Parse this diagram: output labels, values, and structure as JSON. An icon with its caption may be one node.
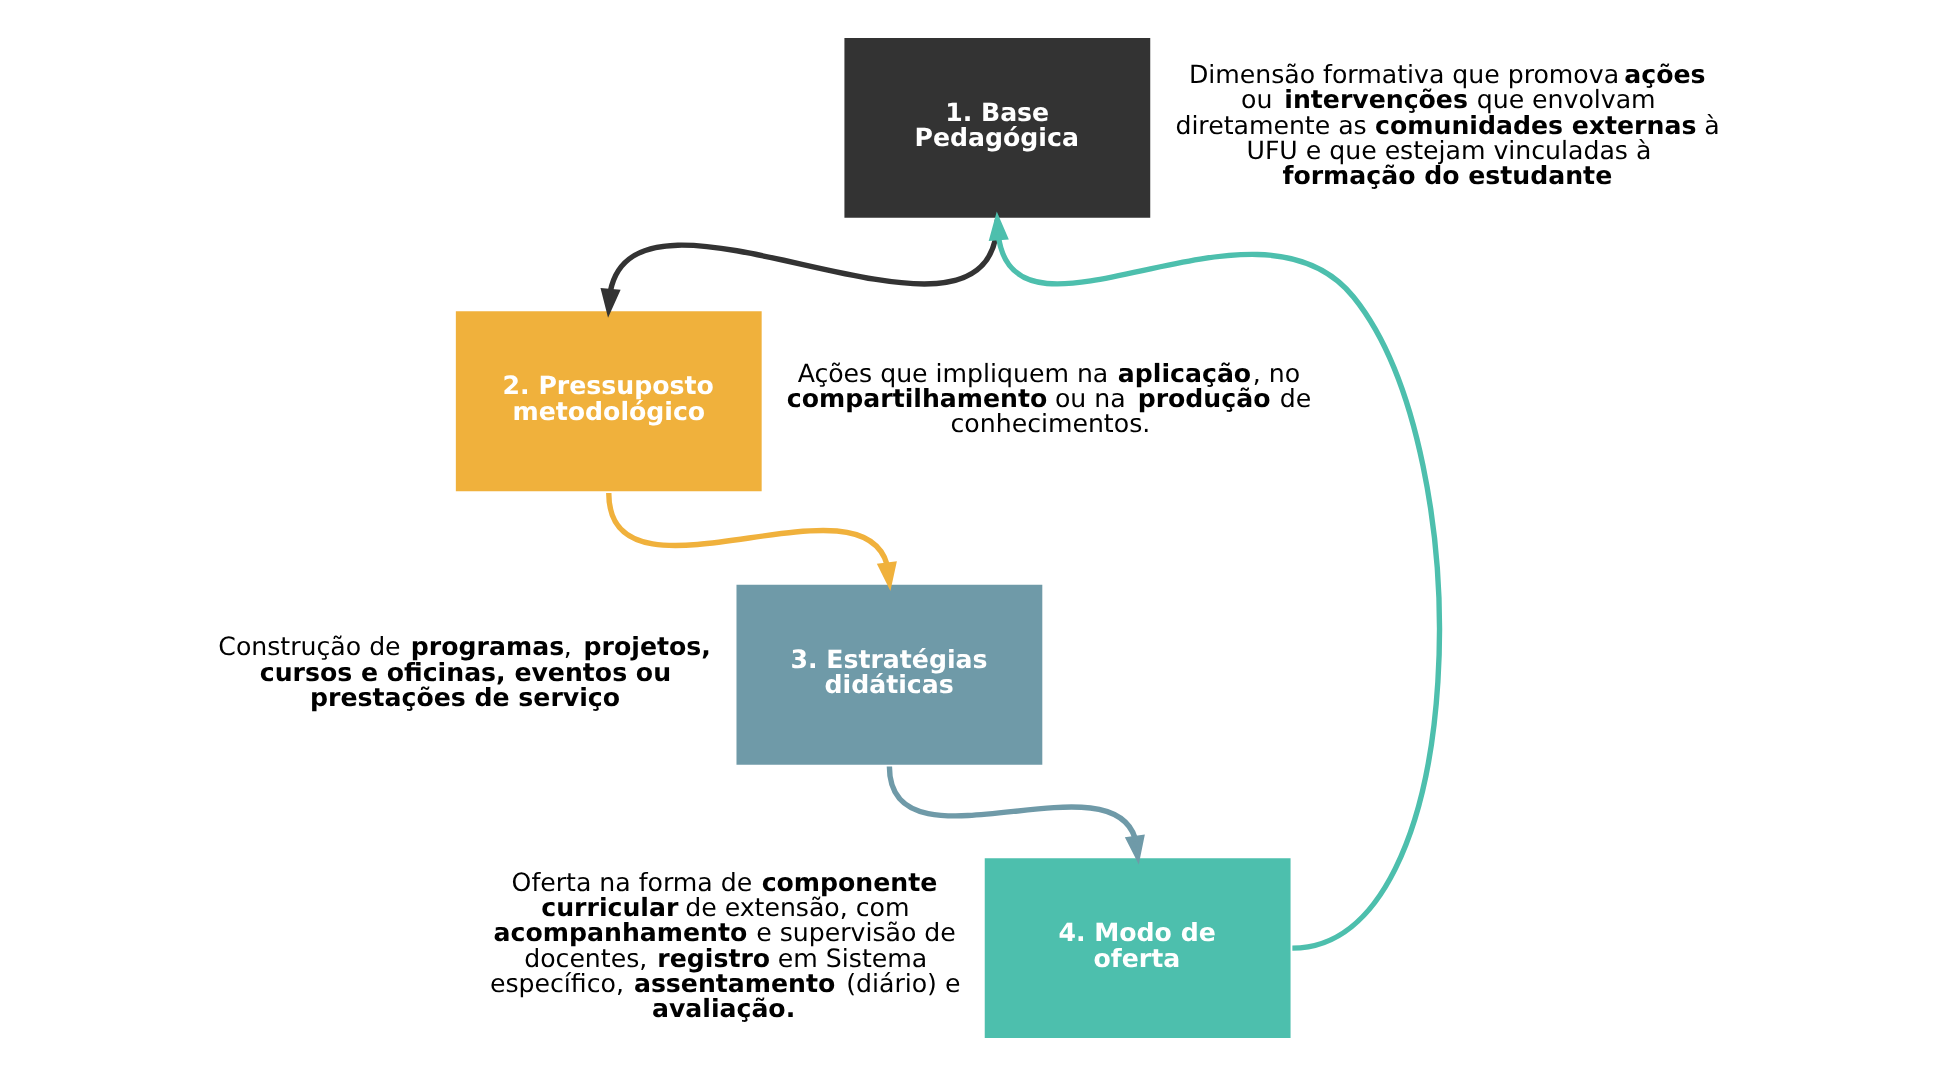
{
  "diagram": {
    "nodes": [
      {
        "text": [
          "1. Base Pedagógica"
        ],
        "beside": [
          "Dimensão formativa que promova **ações** ou **intervenções** que envolvam diretamente as **comunidades externas** à UFU e que estejam vinculadas à **formação do estudante**"
        ]
      },
      {
        "text": [
          "2. Pressuposto metodológico"
        ],
        "beside": [
          "Ações que impliquem na **aplicação**, no **compartilhamento** ou na **produção** de conhecimentos."
        ]
      },
      {
        "text": [
          "3. Estratégias didáticas"
        ],
        "beside": [
          "Construção de **programas**, **projetos, cursos e oficinas, eventos ou prestações de serviço**"
        ]
      },
      {
        "text": [
          "4. Modo de oferta"
        ],
        "beside": [
          "Oferta na forma de **componente curricular** de extensão, com **acompanhamento** e supervisão de docentes, **registro** em Sistema específico, **assentamento** (diário) e **avaliação.**"
        ]
      }
    ],
    "edges": [
      {
        "from": 0,
        "to": 1,
        "arrow": "to",
        "color": "#333333"
      },
      {
        "from": 1,
        "to": 2,
        "arrow": "to",
        "color": "#f0b13c"
      },
      {
        "from": 2,
        "to": 3,
        "arrow": "to",
        "color": "#6f9aa8"
      },
      {
        "from": 3,
        "to": 0,
        "arrow": "to",
        "color": "#4dbfad"
      }
    ]
  }
}
